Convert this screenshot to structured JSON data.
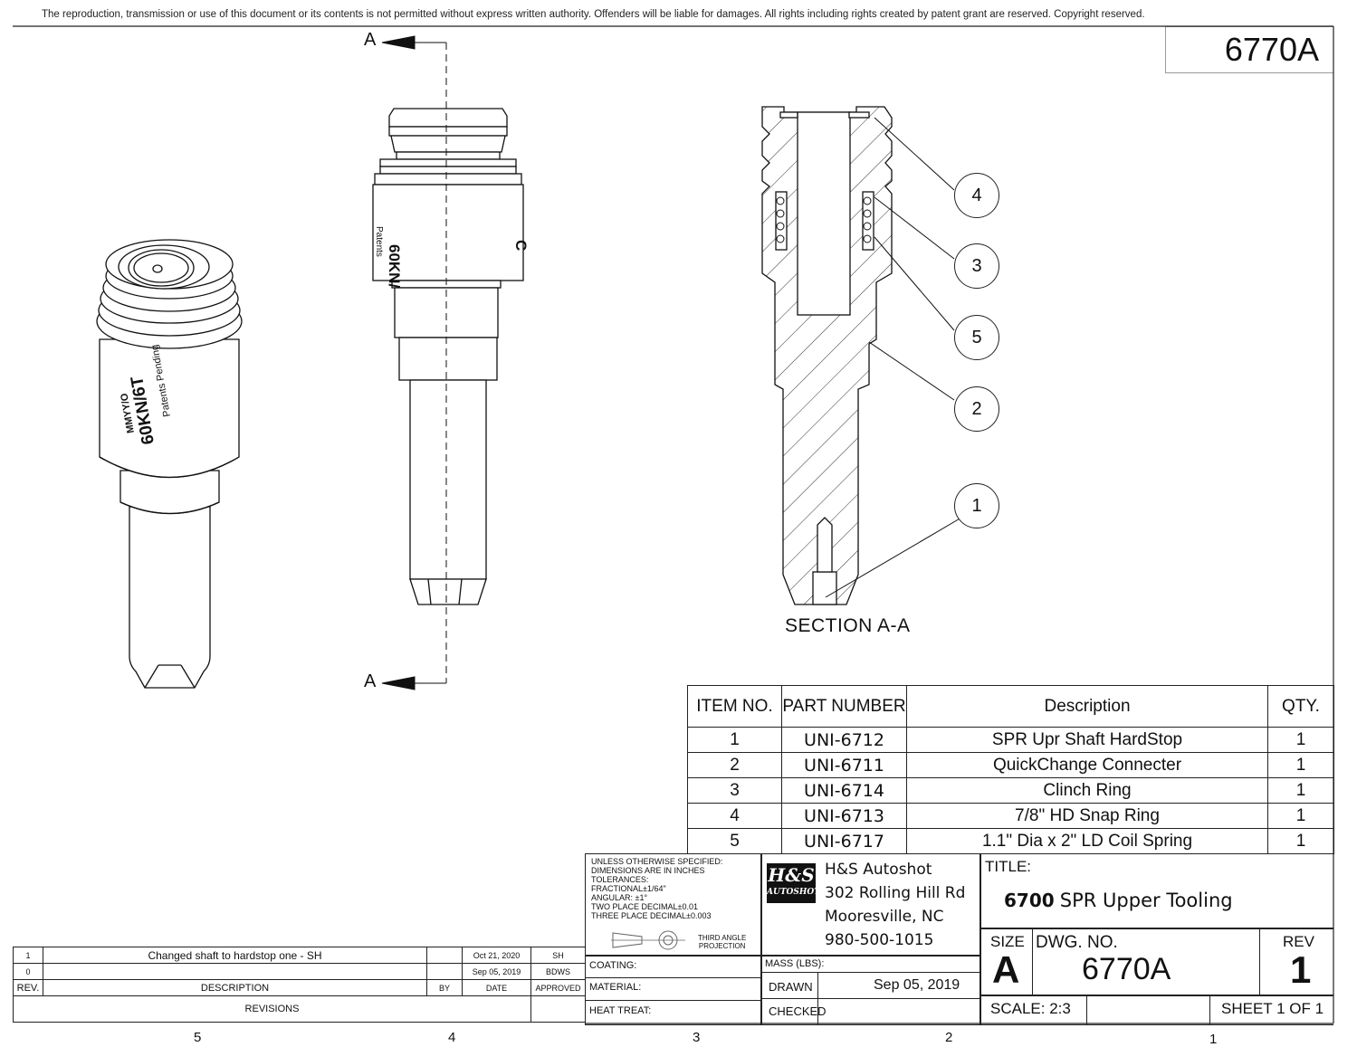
{
  "notice": "The reproduction, transmission or use of this document or its contents is not permitted without express written authority. Offenders will be liable for damages. All rights including rights created by patent grant  are reserved. Copyright reserved.",
  "drawing_number_top": "6770A",
  "section": {
    "marker_letter": "A",
    "label": "SECTION A-A",
    "callouts": [
      "4",
      "3",
      "5",
      "2",
      "1"
    ]
  },
  "part_engravings": {
    "iso_line1": "60KN/6T",
    "iso_line2": "MMYY/O",
    "iso_line3": "Patents Pending",
    "front_line1": "60KN/",
    "front_line2": "Patents",
    "front_line3": "C"
  },
  "bom": {
    "headers": [
      "ITEM NO.",
      "PART NUMBER",
      "Description",
      "QTY."
    ],
    "rows": [
      {
        "item": "1",
        "part": "UNI-6712",
        "desc": "SPR Upr Shaft HardStop",
        "qty": "1"
      },
      {
        "item": "2",
        "part": "UNI-6711",
        "desc": "QuickChange Connecter",
        "qty": "1"
      },
      {
        "item": "3",
        "part": "UNI-6714",
        "desc": "Clinch Ring",
        "qty": "1"
      },
      {
        "item": "4",
        "part": "UNI-6713",
        "desc": "7/8\" HD Snap Ring",
        "qty": "1"
      },
      {
        "item": "5",
        "part": "UNI-6717",
        "desc": "1.1\" Dia x 2\" LD Coil Spring",
        "qty": "1"
      }
    ]
  },
  "revisions": {
    "rows": [
      {
        "rev": "1",
        "desc": "Changed shaft to hardstop one - SH",
        "by": "",
        "date": "Oct 21, 2020",
        "approved": "SH"
      },
      {
        "rev": "0",
        "desc": "",
        "by": "",
        "date": "Sep 05, 2019",
        "approved": "BDWS"
      }
    ],
    "headers": {
      "rev": "REV.",
      "desc": "DESCRIPTION",
      "by": "BY",
      "date": "DATE",
      "approved": "APPROVED"
    },
    "title": "REVISIONS"
  },
  "tolerances": {
    "line1": "UNLESS OTHERWISE SPECIFIED:",
    "line2": "DIMENSIONS ARE IN INCHES",
    "line3": "TOLERANCES:",
    "line4": "FRACTIONAL±1/64\"",
    "line5": "ANGULAR: ±1°",
    "line6": "TWO PLACE DECIMAL±0.01",
    "line7": "THREE PLACE DECIMAL±0.003",
    "projection1": "THIRD ANGLE",
    "projection2": "PROJECTION"
  },
  "company": {
    "logo_line1": "H&S",
    "logo_line2": "AUTOSHOT",
    "name": "H&S Autoshot",
    "address1": "302 Rolling Hill Rd",
    "address2": "Mooresville, NC",
    "phone": "980-500-1015"
  },
  "title_block": {
    "title_label": "TITLE:",
    "title_num": "6700",
    "title_text": "SPR Upper Tooling",
    "coating_label": "COATING:",
    "material_label": "MATERIAL:",
    "heat_treat_label": "HEAT TREAT:",
    "mass_label": "MASS (LBS):",
    "drawn_label": "DRAWN",
    "drawn_date": "Sep 05, 2019",
    "checked_label": "CHECKED",
    "size_label": "SIZE",
    "size_value": "A",
    "dwg_no_label": "DWG.  NO.",
    "dwg_no_value": "6770A",
    "rev_label": "REV",
    "rev_value": "1",
    "scale": "SCALE: 2:3",
    "sheet": "SHEET 1 OF 1"
  },
  "zones": [
    "5",
    "4",
    "3",
    "2",
    "1"
  ]
}
